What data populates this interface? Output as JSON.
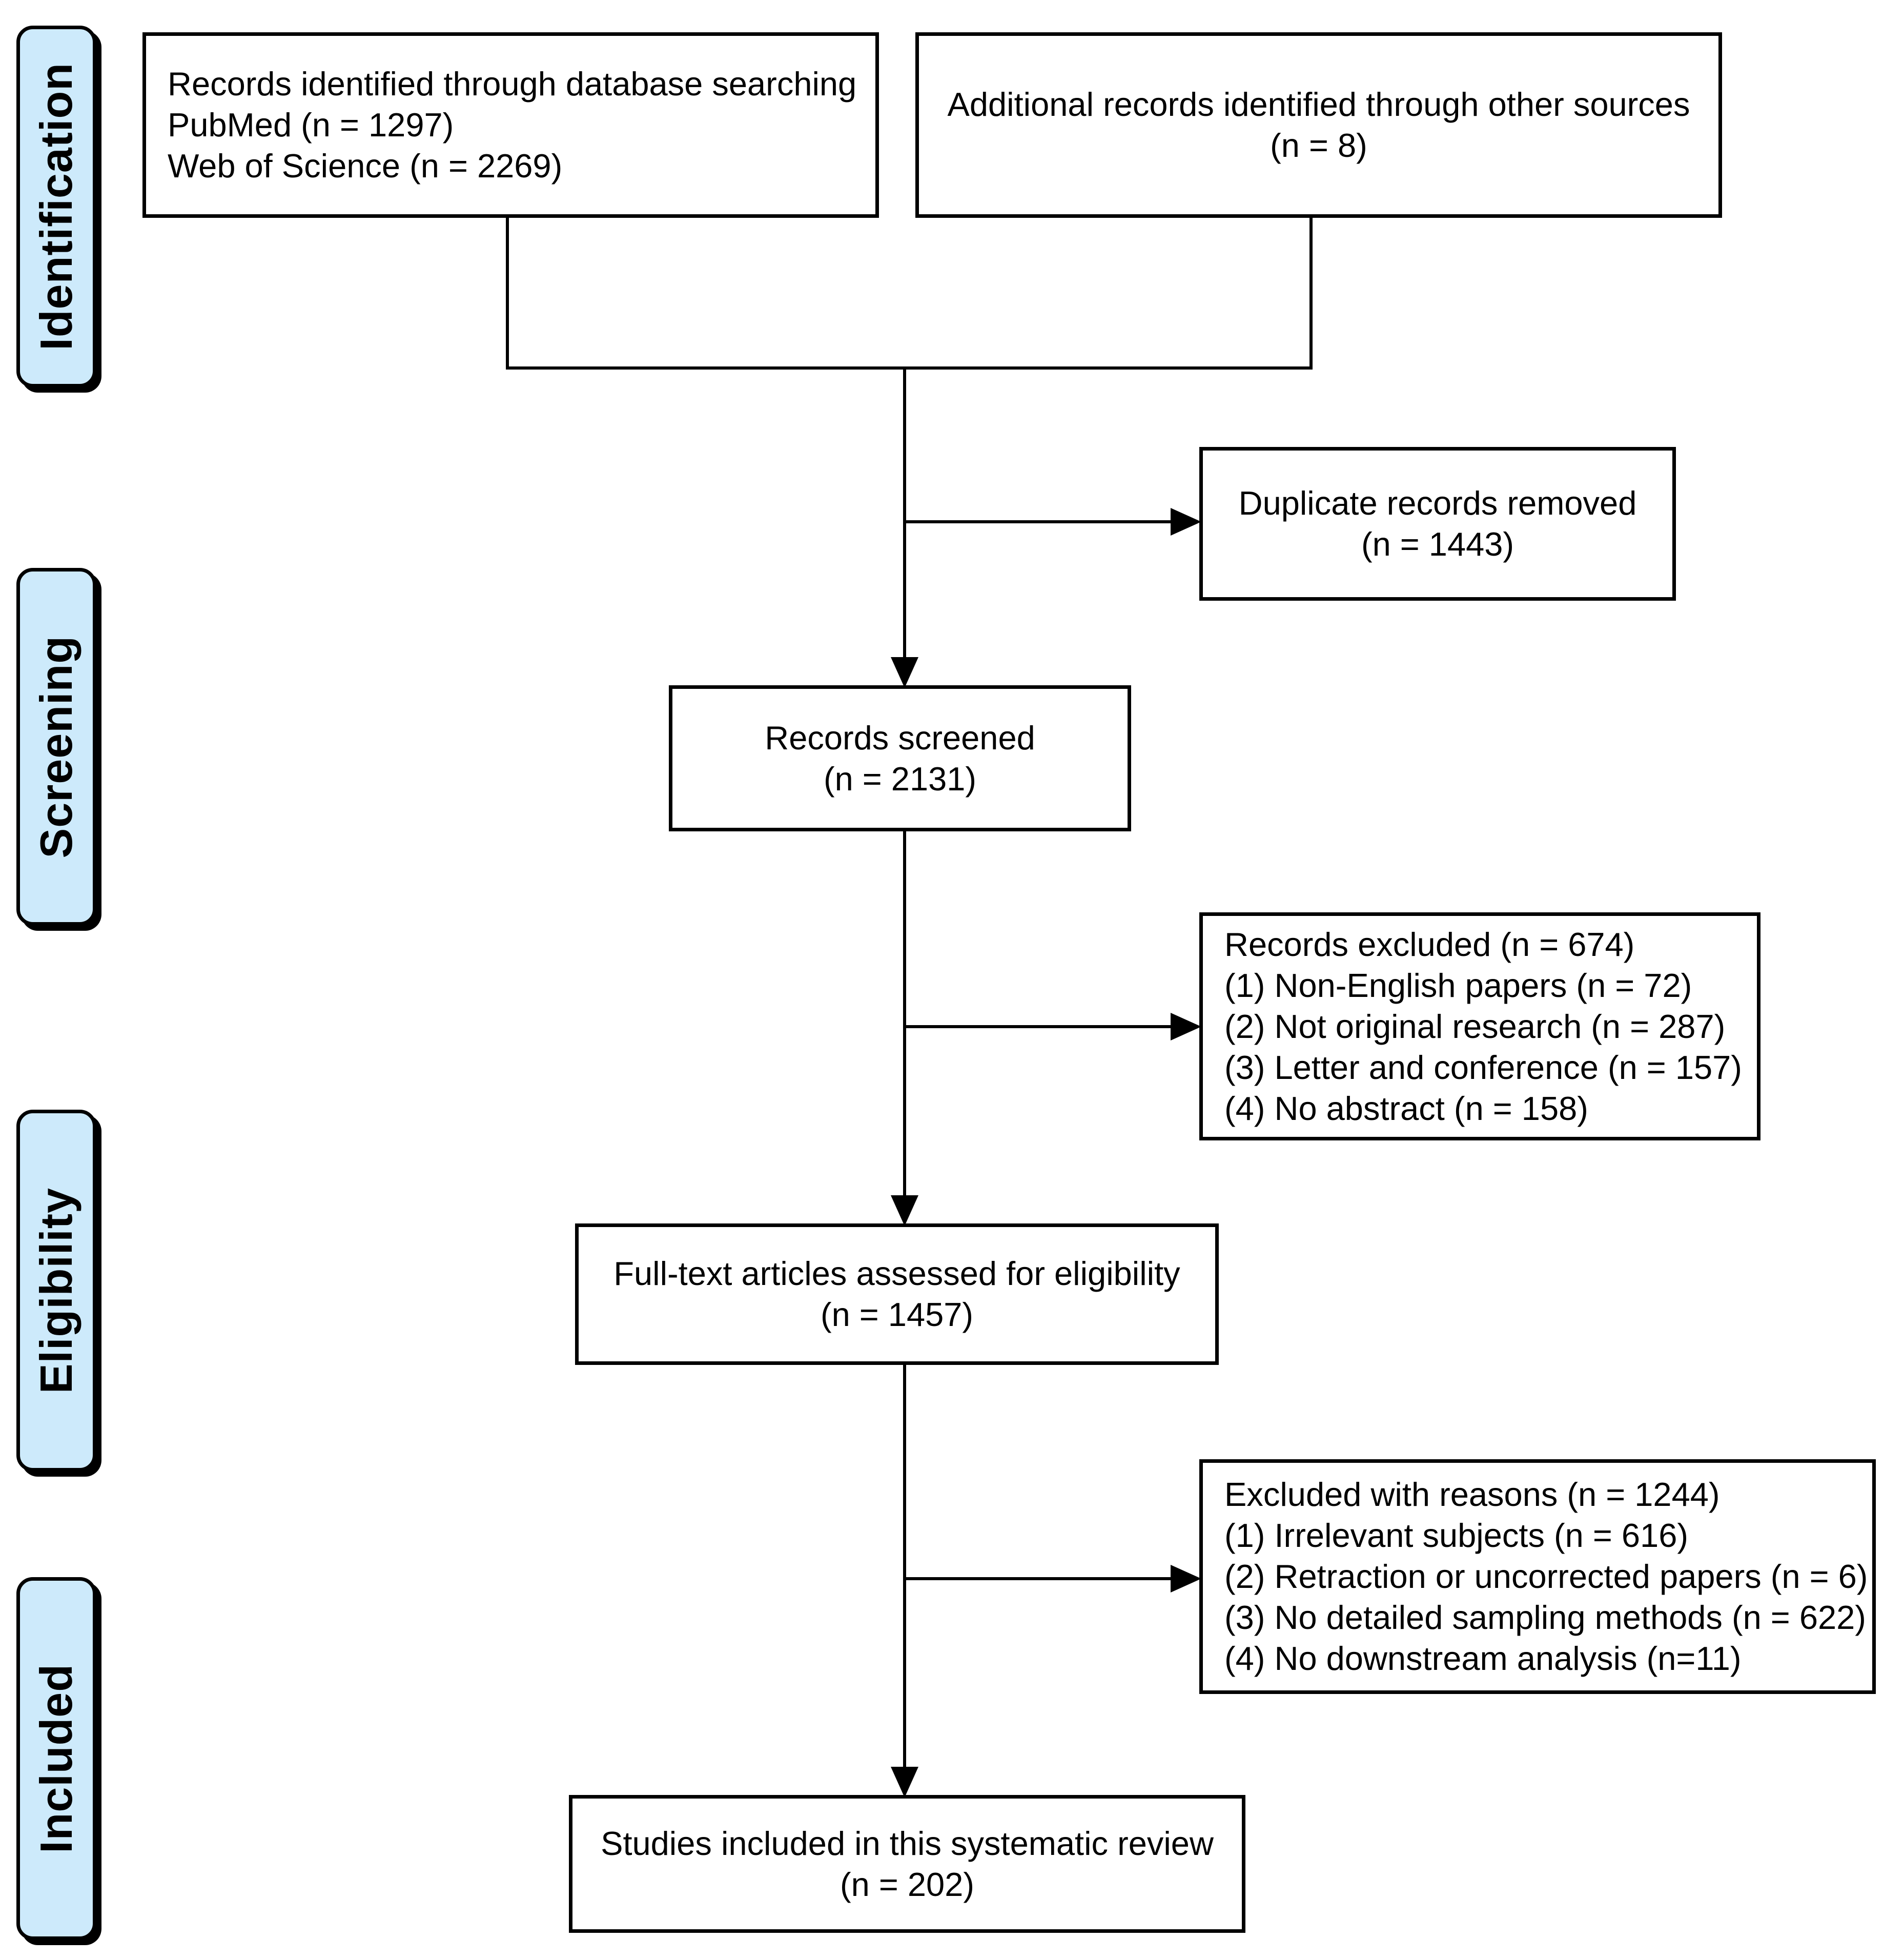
{
  "diagram": {
    "type": "prisma-flowchart",
    "stages": [
      {
        "id": "identification",
        "label": "Identification"
      },
      {
        "id": "screening",
        "label": "Screening"
      },
      {
        "id": "eligibility",
        "label": "Eligibility"
      },
      {
        "id": "included",
        "label": "Included"
      }
    ],
    "boxes": {
      "records_identified": {
        "text": "Records identified through database searching\nPubMed (n = 1297)\nWeb of Science (n = 2269)"
      },
      "additional_records": {
        "text": "Additional records identified through other sources\n(n = 8)"
      },
      "duplicates_removed": {
        "text": "Duplicate records removed\n(n = 1443)"
      },
      "records_screened": {
        "text": "Records screened\n(n = 2131)"
      },
      "records_excluded": {
        "text": "Records excluded (n = 674)\n(1) Non-English papers (n = 72)\n(2) Not original research (n = 287)\n(3) Letter and conference (n = 157)\n(4) No abstract (n = 158)"
      },
      "fulltext_assessed": {
        "text": "Full-text articles assessed for eligibility\n(n = 1457)"
      },
      "excluded_with_reasons": {
        "text": "Excluded with reasons (n = 1244)\n(1) Irrelevant subjects (n = 616)\n(2) Retraction or uncorrected papers (n = 6)\n(3) No detailed sampling methods (n = 622)\n(4) No downstream analysis (n=11)"
      },
      "studies_included": {
        "text": "Studies included in this systematic review\n(n = 202)"
      }
    },
    "counts": {
      "pubmed": 1297,
      "web_of_science": 2269,
      "other_sources": 8,
      "duplicates_removed": 1443,
      "records_screened": 2131,
      "records_excluded": 674,
      "fulltext_assessed": 1457,
      "excluded_with_reasons": 1244,
      "studies_included": 202
    },
    "colors": {
      "stage_fill": "#cdeafb",
      "stage_border": "#000000",
      "box_border": "#000000",
      "box_background": "#ffffff",
      "line": "#000000",
      "background": "#ffffff",
      "text": "#000000"
    }
  }
}
